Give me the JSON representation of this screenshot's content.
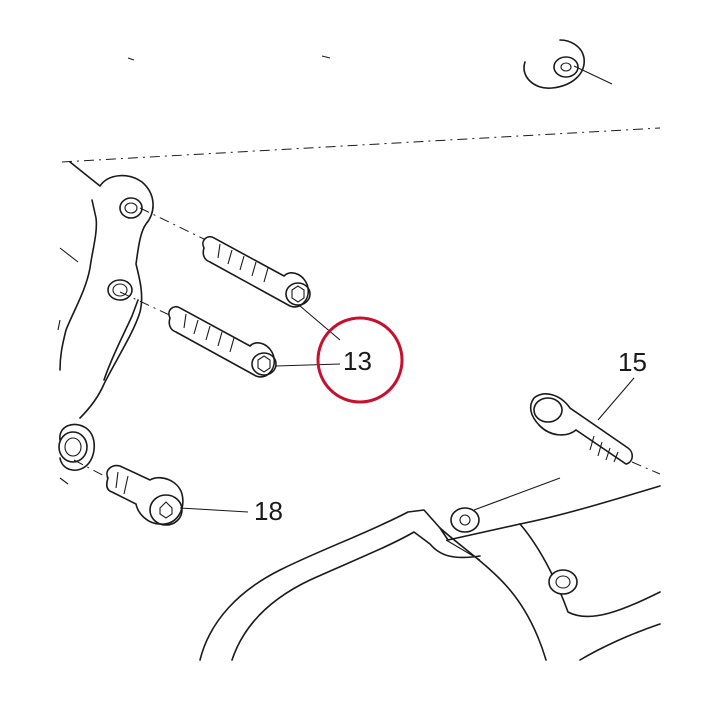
{
  "diagram": {
    "callouts": [
      {
        "id": "13",
        "label": "13"
      },
      {
        "id": "15",
        "label": "15"
      },
      {
        "id": "18",
        "label": "18"
      }
    ],
    "highlighted_callout": "13",
    "highlight_color": "#c8102e"
  }
}
